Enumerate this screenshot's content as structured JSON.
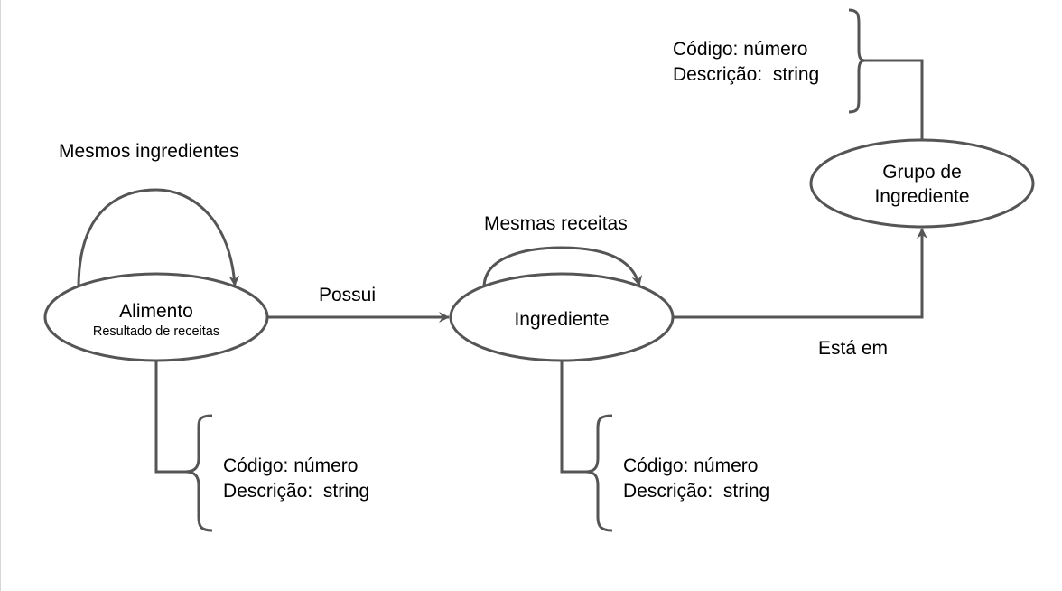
{
  "colors": {
    "stroke": "#555555",
    "text": "#000000",
    "background": "#ffffff"
  },
  "entities": {
    "alimento": {
      "name": "Alimento",
      "subtitle": "Resultado de receitas"
    },
    "ingrediente": {
      "name": "Ingrediente"
    },
    "grupo": {
      "line1": "Grupo de",
      "line2": "Ingrediente"
    }
  },
  "relationships": {
    "mesmos_ingredientes": "Mesmos ingredientes",
    "mesmas_receitas": "Mesmas receitas",
    "possui": "Possui",
    "esta_em": "Está em"
  },
  "attributes": {
    "alimento": [
      "Código: número",
      "Descrição:  string"
    ],
    "ingrediente": [
      "Código: número",
      "Descrição:  string"
    ],
    "grupo": [
      "Código: número",
      "Descrição:  string"
    ]
  }
}
